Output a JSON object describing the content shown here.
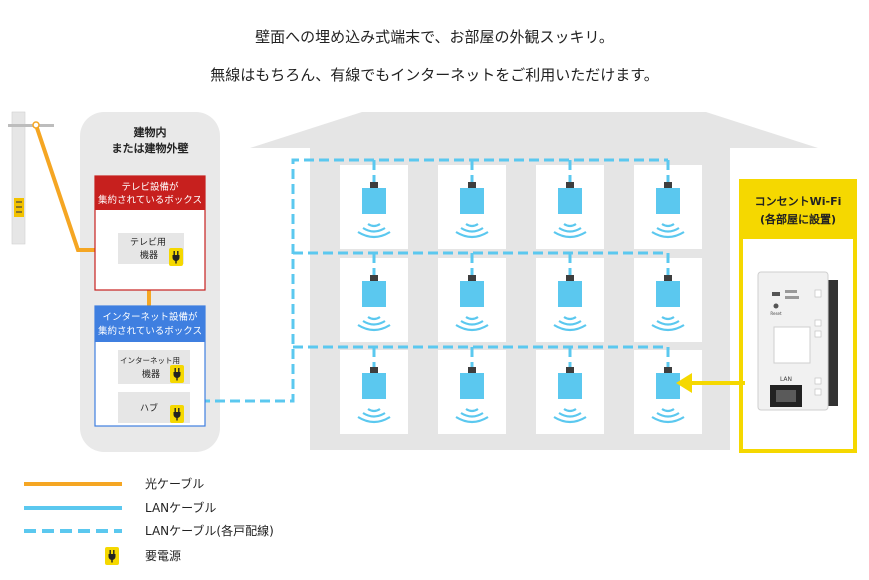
{
  "headline": {
    "line1": "壁面への埋め込み式端末で、お部屋の外観スッキリ。",
    "line2": "無線はもちろん、有線でもインターネットをご利用いただけます。"
  },
  "building_panel": {
    "title_line1": "建物内",
    "title_line2": "または建物外壁"
  },
  "tv_box": {
    "header_line1": "テレビ設備が",
    "header_line2": "集約されているボックス",
    "device_line1": "テレビ用",
    "device_line2": "機器"
  },
  "internet_box": {
    "header_line1": "インターネット設備が",
    "header_line2": "集約されているボックス",
    "device_line1": "インターネット用",
    "device_line2": "機器",
    "hub_label": "ハブ"
  },
  "outlet_wifi": {
    "title_line1": "コンセントWi-Fi",
    "title_line2": "(各部屋に設置)",
    "lan_label": "LAN",
    "reset_label": "Reset"
  },
  "legend": {
    "items": [
      {
        "label": "光ケーブル",
        "color": "#f5a623",
        "style": "solid"
      },
      {
        "label": "LANケーブル",
        "color": "#5bc8ef",
        "style": "solid"
      },
      {
        "label": "LANケーブル(各戸配線)",
        "color": "#5bc8ef",
        "style": "dashed"
      },
      {
        "label": "要電源",
        "color": "#f5d800",
        "style": "plug-icon"
      }
    ]
  },
  "colors": {
    "fiber": "#f5a623",
    "lan": "#5bc8ef",
    "tv_red": "#c7201e",
    "internet_blue": "#3f7fe0",
    "power_yellow": "#f5d800",
    "building_gray": "#e5e5e5",
    "panel_gray": "#e9e9e9"
  }
}
